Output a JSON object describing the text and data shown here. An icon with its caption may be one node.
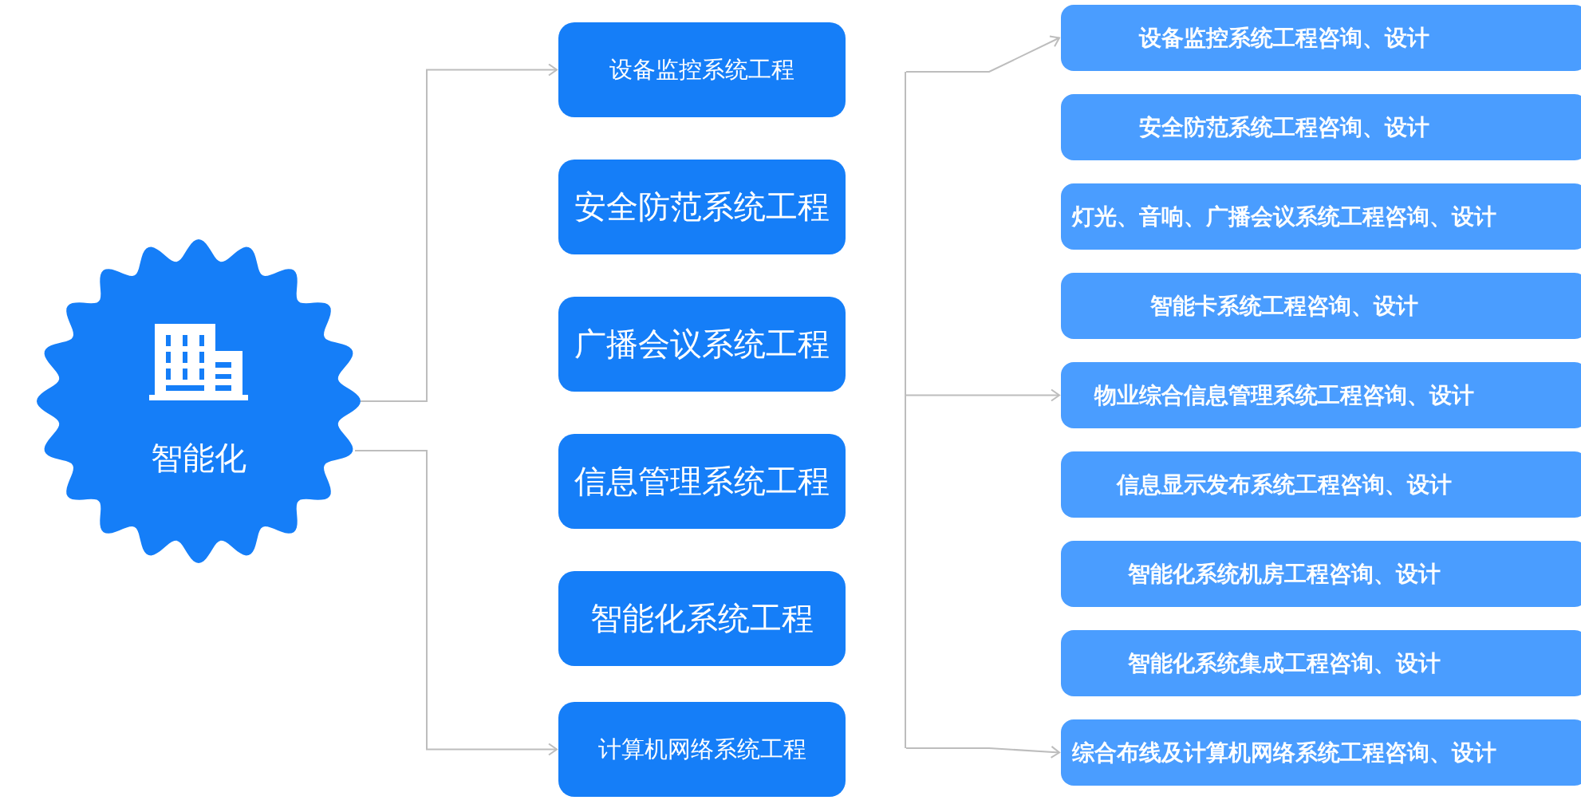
{
  "diagram": {
    "nodes": [
      {
        "text": [
          "智能化"
        ]
      },
      {
        "text": [
          "设备监控系统工程"
        ]
      },
      {
        "text": [
          "安全防范系统工程"
        ]
      },
      {
        "text": [
          "广播会议系统工程"
        ]
      },
      {
        "text": [
          "信息管理系统工程"
        ]
      },
      {
        "text": [
          "智能化系统工程"
        ]
      },
      {
        "text": [
          "计算机网络系统工程"
        ]
      },
      {
        "text": [
          "设备监控系统工程咨询、设计"
        ]
      },
      {
        "text": [
          "安全防范系统工程咨询、设计"
        ]
      },
      {
        "text": [
          "灯光、音响、广播会议系统工程咨询、设计"
        ]
      },
      {
        "text": [
          "智能卡系统工程咨询、设计"
        ]
      },
      {
        "text": [
          "物业综合信息管理系统工程咨询、设计"
        ]
      },
      {
        "text": [
          "信息显示发布系统工程咨询、设计"
        ]
      },
      {
        "text": [
          "智能化系统机房工程咨询、设计"
        ]
      },
      {
        "text": [
          "智能化系统集成工程咨询、设计"
        ]
      },
      {
        "text": [
          "综合布线及计算机网络系统工程咨询、设计"
        ]
      }
    ],
    "edges": [
      {
        "from": 0,
        "to": 1,
        "arrow": "to"
      },
      {
        "from": 0,
        "to": 6,
        "arrow": "to"
      },
      {
        "from": null,
        "to": 7,
        "arrow": "to"
      },
      {
        "from": null,
        "to": 11,
        "arrow": "to"
      },
      {
        "from": null,
        "to": 15,
        "arrow": "to"
      }
    ]
  }
}
